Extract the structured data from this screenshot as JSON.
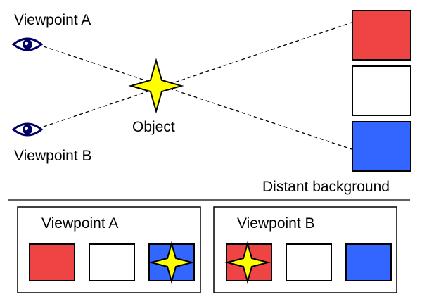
{
  "labels": {
    "viewpoint_a": "Viewpoint A",
    "viewpoint_b": "Viewpoint B",
    "object": "Object",
    "distant_background": "Distant background"
  },
  "panels": [
    {
      "title": "Viewpoint A",
      "squares": [
        "red",
        "white",
        "blue"
      ],
      "star_over": "blue"
    },
    {
      "title": "Viewpoint B",
      "squares": [
        "red",
        "white",
        "blue"
      ],
      "star_over": "red"
    }
  ],
  "background_squares": [
    "red",
    "white",
    "blue"
  ],
  "colors": {
    "red": "#ee4444",
    "white": "#ffffff",
    "blue": "#3366ff",
    "star": "#ffff00",
    "eye": "#000066",
    "line": "#000000"
  },
  "icons": [
    "eye-icon",
    "star-icon"
  ]
}
